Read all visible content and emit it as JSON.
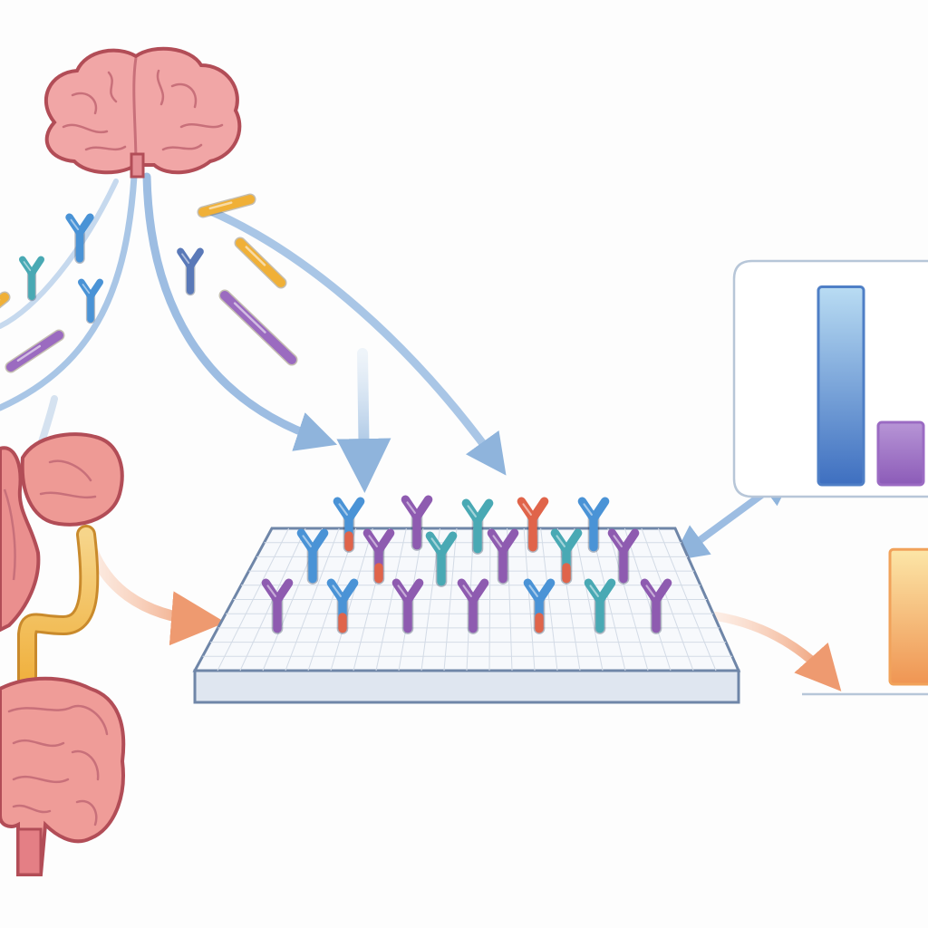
{
  "colors": {
    "background": "#fdfdfd",
    "organ_fill": "#ef9a98",
    "organ_outline": "#b85558",
    "organ_light": "#f7c3c0",
    "flow_blue": "#9dbfe2",
    "flow_orange": "#f2ad84",
    "antibody_blue": "#4a93d6",
    "antibody_purple": "#8e5bb0",
    "antibody_teal": "#49a9b4",
    "antibody_red": "#e0644a",
    "rod_orange": "#f0b037",
    "rod_purple": "#9b6bc0",
    "plate_fill": "#f7f9fc",
    "plate_outline": "#6f86a8",
    "bar_blue": "#4f7fc6",
    "bar_purple": "#9b6bc3",
    "bar_orange": "#f1a25a"
  },
  "icons": [
    "brain-icon",
    "liver-icon",
    "stomach-icon",
    "intestine-icon",
    "antibody-icon",
    "protein-rod-icon",
    "microarray-plate-icon",
    "bar-chart-icon"
  ],
  "chart_data": [
    {
      "type": "bar",
      "categories": [
        "",
        ""
      ],
      "values": [
        0.95,
        0.3
      ],
      "colors": [
        "#4f7fc6",
        "#9b6bc3"
      ],
      "title": "",
      "xlabel": "",
      "ylabel": "",
      "ylim": [
        0,
        1
      ]
    },
    {
      "type": "bar",
      "categories": [
        ""
      ],
      "values": [
        0.62
      ],
      "colors": [
        "#f1a25a"
      ],
      "title": "",
      "xlabel": "",
      "ylabel": "",
      "ylim": [
        0,
        1
      ]
    }
  ]
}
